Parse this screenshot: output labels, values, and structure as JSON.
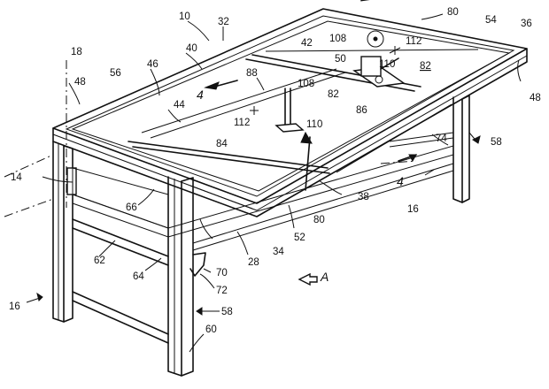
{
  "drawing": {
    "labels": [
      {
        "id": "r10",
        "text": "10"
      },
      {
        "id": "r32",
        "text": "32"
      },
      {
        "id": "r80a",
        "text": "80"
      },
      {
        "id": "r54",
        "text": "54"
      },
      {
        "id": "r36",
        "text": "36"
      },
      {
        "id": "r18",
        "text": "18"
      },
      {
        "id": "r40",
        "text": "40"
      },
      {
        "id": "r42",
        "text": "42"
      },
      {
        "id": "r108a",
        "text": "108"
      },
      {
        "id": "r112a",
        "text": "112"
      },
      {
        "id": "r50",
        "text": "50"
      },
      {
        "id": "r110a",
        "text": "110"
      },
      {
        "id": "r82a",
        "text": "82"
      },
      {
        "id": "r48a",
        "text": "48"
      },
      {
        "id": "r56",
        "text": "56"
      },
      {
        "id": "r46",
        "text": "46"
      },
      {
        "id": "r48b",
        "text": "48"
      },
      {
        "id": "r4a",
        "text": "4"
      },
      {
        "id": "r88",
        "text": "88"
      },
      {
        "id": "r108b",
        "text": "108"
      },
      {
        "id": "r82b",
        "text": "82"
      },
      {
        "id": "r44",
        "text": "44"
      },
      {
        "id": "r112b",
        "text": "112"
      },
      {
        "id": "r110b",
        "text": "110"
      },
      {
        "id": "r86",
        "text": "86"
      },
      {
        "id": "r74",
        "text": "74"
      },
      {
        "id": "r58a",
        "text": "58"
      },
      {
        "id": "r84",
        "text": "84"
      },
      {
        "id": "r14",
        "text": "14"
      },
      {
        "id": "r38",
        "text": "38"
      },
      {
        "id": "r4b",
        "text": "4"
      },
      {
        "id": "r16a",
        "text": "16"
      },
      {
        "id": "r66",
        "text": "66"
      },
      {
        "id": "r52",
        "text": "52"
      },
      {
        "id": "r80b",
        "text": "80"
      },
      {
        "id": "r62",
        "text": "62"
      },
      {
        "id": "r28",
        "text": "28"
      },
      {
        "id": "r34",
        "text": "34"
      },
      {
        "id": "r64",
        "text": "64"
      },
      {
        "id": "r70",
        "text": "70"
      },
      {
        "id": "r72",
        "text": "72"
      },
      {
        "id": "rA",
        "text": "A"
      },
      {
        "id": "r16b",
        "text": "16"
      },
      {
        "id": "r58b",
        "text": "58"
      },
      {
        "id": "r60",
        "text": "60"
      }
    ]
  }
}
